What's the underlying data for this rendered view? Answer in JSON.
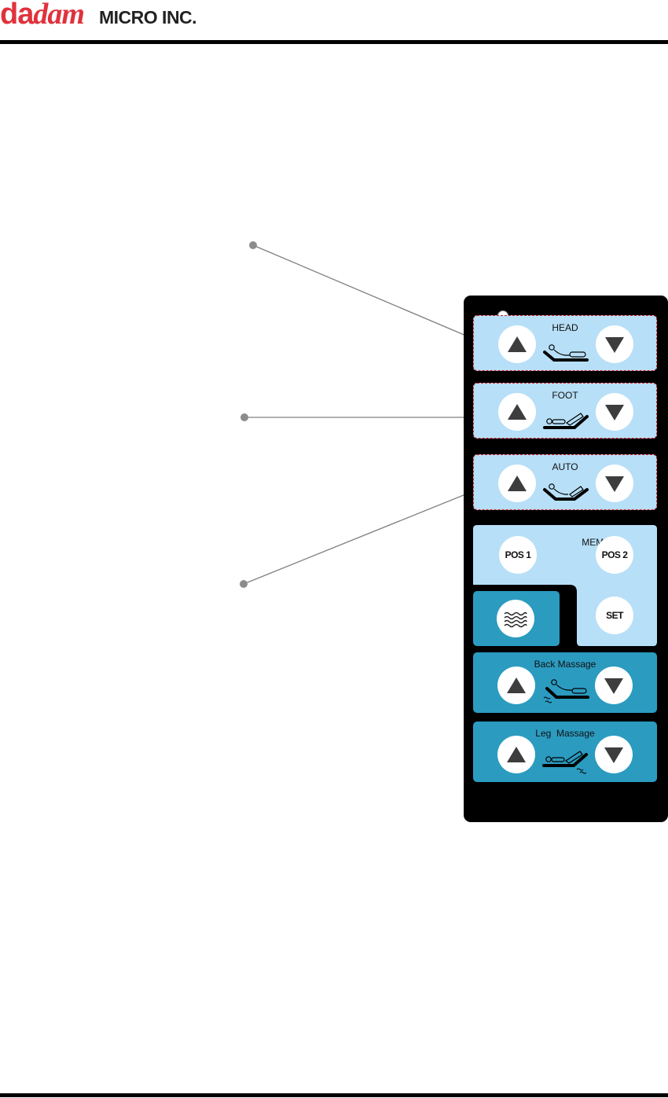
{
  "header": {
    "brand_prefix": "da",
    "brand_italic": "dam",
    "company": "MICRO INC."
  },
  "remote": {
    "head": {
      "label": "HEAD",
      "up_icon": "triangle-up",
      "down_icon": "triangle-down"
    },
    "foot": {
      "label": "FOOT",
      "up_icon": "triangle-up",
      "down_icon": "triangle-down"
    },
    "auto": {
      "label": "AUTO",
      "up_icon": "triangle-up",
      "down_icon": "triangle-down"
    },
    "memory": {
      "label": "MEMORY",
      "pos1": "POS 1",
      "pos2": "POS 2",
      "set": "SET"
    },
    "vibration": {
      "icon": "wave-icon"
    },
    "back_massage": {
      "label": "Back Massage"
    },
    "leg_massage": {
      "label": "Leg  Massage"
    }
  },
  "colors": {
    "brand_red": "#e0323c",
    "panel_light_blue": "#b7dff7",
    "panel_teal": "#2b9bc0",
    "remote_body": "#000000",
    "dashed_border": "#d9262c"
  }
}
